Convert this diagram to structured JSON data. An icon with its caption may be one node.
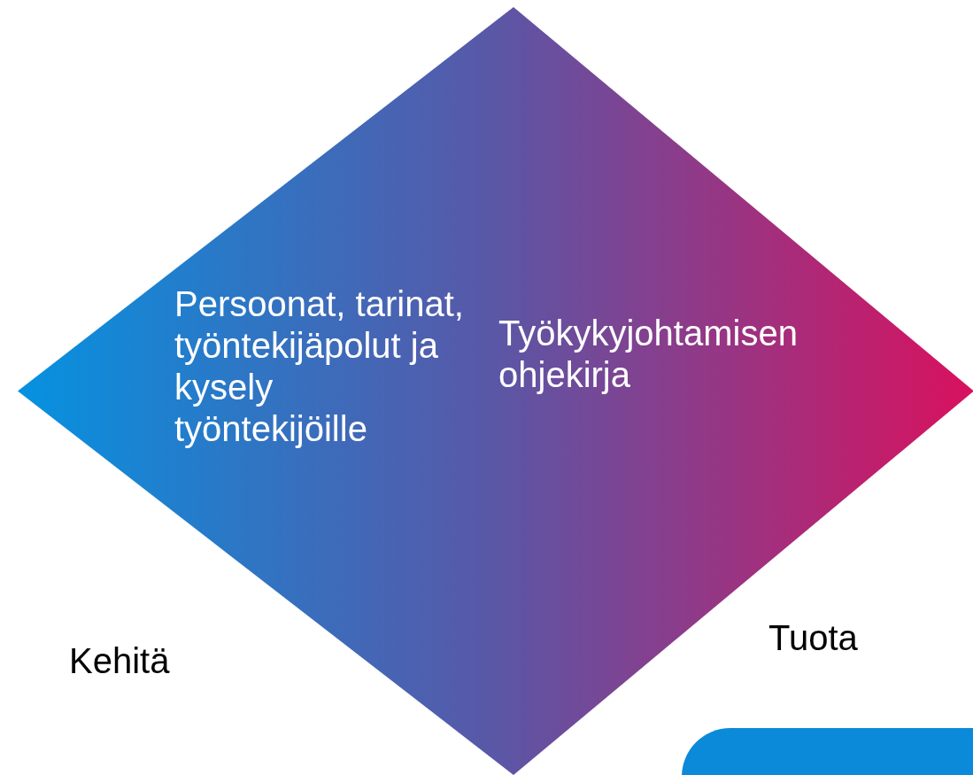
{
  "diagram": {
    "nodes": [
      {
        "text": [
          "Persoonat, tarinat, työntekijäpolut ja kysely työntekijöille",
          "Työkykyjohtamisen ohjekirja"
        ]
      }
    ],
    "labels": [
      "Kehitä",
      "Tuota"
    ]
  }
}
